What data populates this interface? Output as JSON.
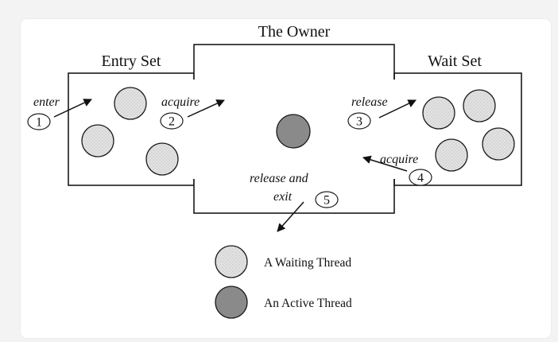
{
  "diagram": {
    "sections": {
      "entry_set": "Entry Set",
      "owner": "The Owner",
      "wait_set": "Wait Set"
    },
    "transitions": [
      {
        "step": "1",
        "label": "enter"
      },
      {
        "step": "2",
        "label": "acquire"
      },
      {
        "step": "3",
        "label": "release"
      },
      {
        "step": "4",
        "label": "acquire"
      },
      {
        "step": "5",
        "label_line1": "release and",
        "label_line2": "exit"
      }
    ],
    "legend": {
      "waiting": "A Waiting Thread",
      "active": "An Active Thread"
    },
    "colors": {
      "waiting_fill": "#dcdcdc",
      "active_fill": "#8a8a8a",
      "stroke": "#1a1a1a"
    }
  }
}
